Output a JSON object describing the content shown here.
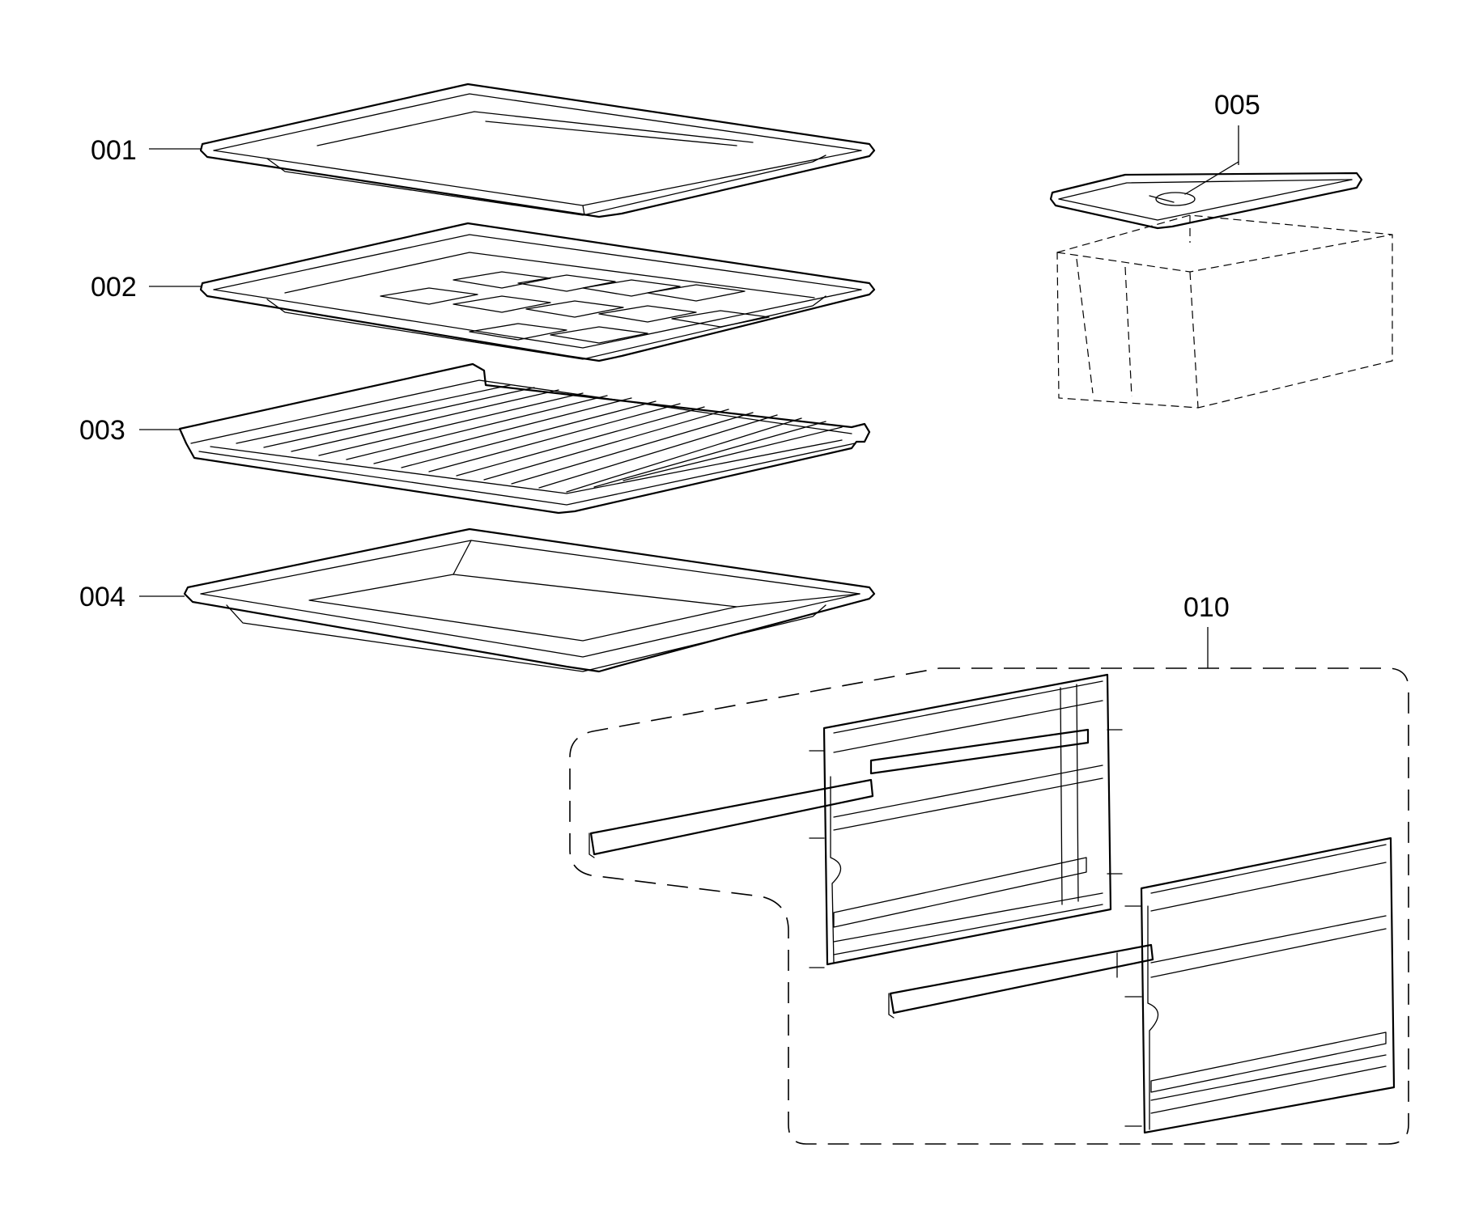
{
  "diagram": {
    "callouts": [
      {
        "id": "tray-001",
        "label": "001"
      },
      {
        "id": "tray-002",
        "label": "002"
      },
      {
        "id": "rack-003",
        "label": "003"
      },
      {
        "id": "tray-004",
        "label": "004"
      },
      {
        "id": "tank-005",
        "label": "005"
      },
      {
        "id": "rails-010",
        "label": "010"
      }
    ]
  }
}
